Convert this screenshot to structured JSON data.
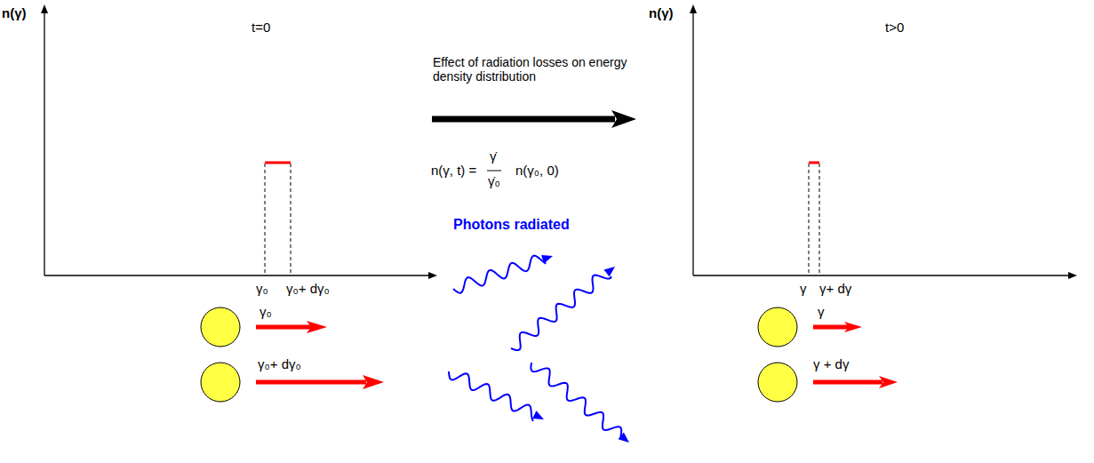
{
  "diagram": {
    "labels": [
      "n(γ)",
      "t=0",
      "γ₀",
      "γ₀+ dγ₀",
      "γ₀",
      "γ₀+ dγ₀",
      "Effect of radiation losses on energy density distribution",
      "n(γ, t) =",
      "γ̇",
      "γ̇₀",
      "n(γ₀, 0)",
      "Photons radiated",
      "n(γ)",
      "t>0",
      "γ",
      "γ+ dγ",
      "γ",
      "γ + dγ"
    ]
  }
}
